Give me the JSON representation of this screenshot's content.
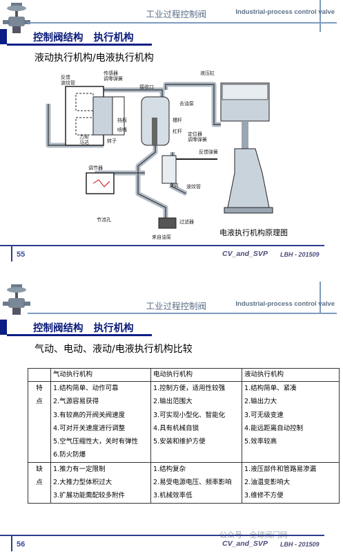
{
  "header": {
    "title_cn": "工业过程控制阀",
    "title_en": "Industrial-process control valve"
  },
  "slide1": {
    "title": "控制阀结构   执行机构",
    "subtitle": "液动执行机构/电液执行机构",
    "diagram_caption": "电液执行机构原理图",
    "diagram_labels": {
      "feedback_bellows": "反馈\n波纹管",
      "sensor_spring": "传感器\n调零弹簧",
      "receiver": "接收口",
      "hydraulic_cylinder": "液压缸",
      "servo_valve": "去油泵",
      "baffle": "挡板",
      "nozzle": "喷嘴",
      "lever": "杠杆",
      "torque_motor": "力矩\n马达",
      "rotor": "转子",
      "positioner_spring": "定位器\n调零弹簧",
      "feedback_spring": "反馈弹簧",
      "regulator": "调节器",
      "fulcrum": "支点",
      "bellows": "波纹管",
      "throttle": "节流孔",
      "filter": "过滤器",
      "from_pump": "来自油泵",
      "lever_pivot": "槽杆"
    },
    "footer": {
      "page": "55",
      "mid": "CV_and_SVP",
      "right": "LBH - 201509"
    }
  },
  "slide2": {
    "title": "控制阀结构   执行机构",
    "subtitle": "气动、电动、液动/电液执行机构比较",
    "table": {
      "headers": [
        "",
        "气动执行机构",
        "电动执行机构",
        "液动执行机构"
      ],
      "rows": [
        {
          "side": [
            "特",
            "点"
          ],
          "cols": [
            [
              "1.结构简单、动作可靠",
              "2.气源容易获得",
              "3.有较高的开阀关阀速度",
              "4.可对开关速度进行调整",
              "5.空气压缩性大，关时有弹性",
              "6.防火防爆"
            ],
            [
              "1.控制方便，适用性较强",
              "2.输出范围大",
              "3.可实现小型化、智能化",
              "4.具有机械自锁",
              "5.安装和维护方便"
            ],
            [
              "1.结构简单、紧凑",
              "2.输出力大",
              "3.可无级变速",
              "4.能远距离自动控制",
              "5.效率较高"
            ]
          ]
        },
        {
          "side": [
            "缺",
            "点"
          ],
          "cols": [
            [
              "1.推力有一定限制",
              "2.大推力型体积过大",
              "3.扩展功能需配较多附件"
            ],
            [
              "1.结构复杂",
              "2.易受电源电压、频率影响",
              "3.机械效率低"
            ],
            [
              "1.液压部件和管路易渗漏",
              "2.油温变影响大",
              "3.维修不方便"
            ]
          ]
        }
      ]
    },
    "watermark": "公众号 · 全球阀门网",
    "footer": {
      "page": "56",
      "mid": "CV_and_SVP",
      "right": "LBH - 201509"
    }
  },
  "colors": {
    "title_blue": "#0a1a7a",
    "bar_blue": "#0b1e86",
    "header_gray": "#5b6f86"
  }
}
